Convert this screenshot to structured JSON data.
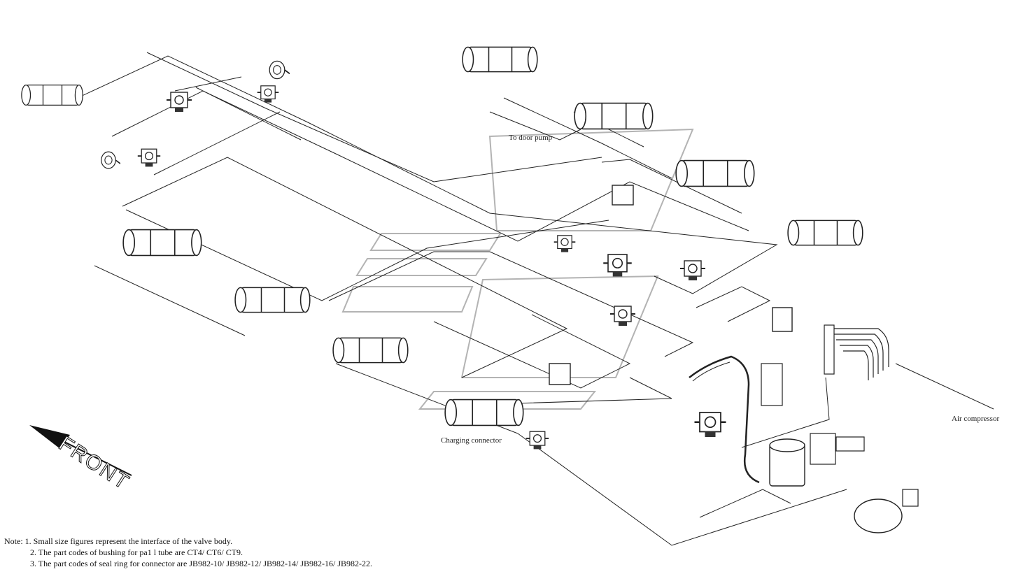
{
  "labels": {
    "door_pump": "To door pump",
    "charging_connector": "Charging connector",
    "air_compressor": "Air compressor",
    "front": "FRONT"
  },
  "notes": [
    "Note: 1. Small size figures represent the interface of the valve body.",
    "2. The part codes of bushing for pa1 l tube are CT4/ CT6/ CT9.",
    "3. The part codes of seal ring for connector are JB982-10/ JB982-12/ JB982-14/ JB982-16/ JB982-22."
  ],
  "colors": {
    "line": "#222222",
    "watermark": "#9a9a9a"
  }
}
